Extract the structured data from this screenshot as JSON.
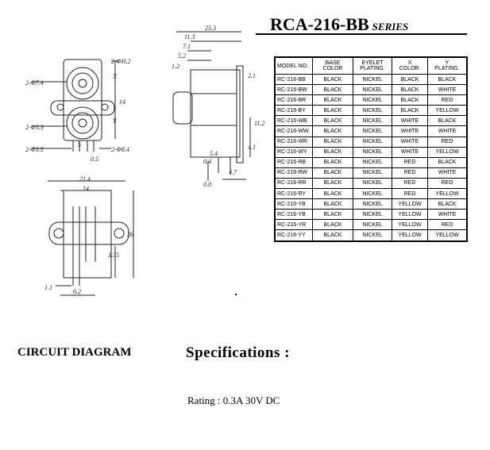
{
  "title": {
    "model": "RCA-216-BB",
    "series": "SERIES"
  },
  "table": {
    "headers": [
      [
        "MODEL NO."
      ],
      [
        "BASE",
        "COLOR"
      ],
      [
        "EYELET",
        "PLATING."
      ],
      [
        "X",
        "COLOR."
      ],
      [
        "Y",
        "PLATING."
      ]
    ],
    "rows": [
      [
        "RC-216-BB",
        "BLACK",
        "NICKEL",
        "BLACK",
        "BLACK"
      ],
      [
        "RC-216-BW",
        "BLACK",
        "NICKEL",
        "BLACK",
        "WHITE"
      ],
      [
        "RC-216-BR",
        "BLACK",
        "NICKEL",
        "BLACK",
        "RED"
      ],
      [
        "RC-216-BY",
        "BLACK",
        "NICKEL",
        "BLACK",
        "YELLOW"
      ],
      [
        "RC-216-WB",
        "BLACK",
        "NICKEL",
        "WHITE",
        "BLACK"
      ],
      [
        "RC-216-WW",
        "BLACK",
        "NICKEL",
        "WHITE",
        "WHITE"
      ],
      [
        "RC-216-WR",
        "BLACK",
        "NICKEL",
        "WHITE",
        "RED"
      ],
      [
        "RC-216-WY",
        "BLACK",
        "NICKEL",
        "WHITE",
        "YELLOW"
      ],
      [
        "RC-216-RB",
        "BLACK",
        "NICKEL",
        "RED",
        "BLACK"
      ],
      [
        "RC-216-RW",
        "BLACK",
        "NICKEL",
        "RED",
        "WHITE"
      ],
      [
        "RC-216-RR",
        "BLACK",
        "NICKEL",
        "RED",
        "RED"
      ],
      [
        "RC-216-RY",
        "BLACK",
        "NICKEL",
        "RED",
        "YELLOW"
      ],
      [
        "RC-216-YB",
        "BLACK",
        "NICKEL",
        "YELLOW",
        "BLACK"
      ],
      [
        "RC-216-YB",
        "BLACK",
        "NICKEL",
        "YELLOW",
        "WHITE"
      ],
      [
        "RC-216-YR",
        "BLACK",
        "NICKEL",
        "YELLOW",
        "RED"
      ],
      [
        "RC-216-YY",
        "BLACK",
        "NICKEL",
        "YELLOW",
        "YELLOW"
      ]
    ]
  },
  "drawing_labels": {
    "front": {
      "hole_large": "2-ΦH.2",
      "x": "X",
      "d74": "2-Φ7.4",
      "d53": "2-Φ5.3",
      "d35": "2-Φ3.5",
      "d84": "2-Φ8.4",
      "y": "Y",
      "dim14": "14",
      "dim5": "5",
      "dim05": "0.5"
    },
    "side": {
      "d253": "25.3",
      "d113": "11.3",
      "d71": "7.1",
      "d52": "5.2",
      "d12": "1.2",
      "d21": "2.1",
      "d112": "11.2",
      "d54": "5.4",
      "d41": "4.1",
      "d04": "0.4",
      "d47": "4.7",
      "d00": "0.0"
    },
    "bottom": {
      "d214": "21.4",
      "d14": "14",
      "d26": "26",
      "d335": "3.35",
      "d11": "1.1",
      "d62": "6.2"
    }
  },
  "circuit_diagram": "CIRCUIT DIAGRAM",
  "specifications": {
    "heading": "Specifications :",
    "rating": "Rating : 0.3A 30V DC"
  }
}
